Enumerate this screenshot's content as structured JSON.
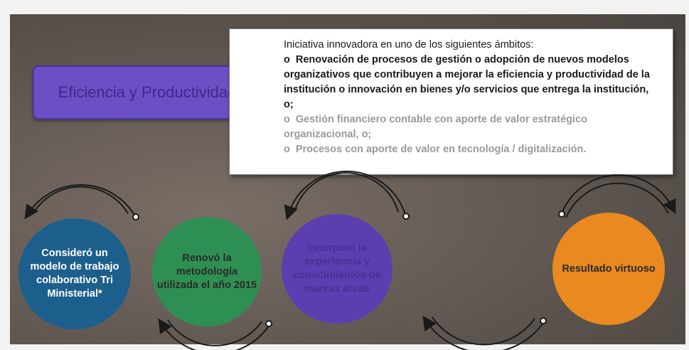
{
  "category_label": "Eficiencia y Productividad",
  "description": {
    "intro": "Iniciativa innovadora en uno de los siguientes ámbitos:",
    "bullet_symbol": "o",
    "items": [
      "Renovación de procesos de gestión o adopción de nuevos modelos organizativos que contribuyen a mejorar la eficiencia y productividad de la institución o innovación en bienes y/o servicios que entrega la institución, o;",
      "Gestión financiero contable con aporte de valor estratégico organizacional, o;",
      "Procesos con aporte de valor en tecnología / digitalización."
    ]
  },
  "steps": [
    "Consideró un modelo de trabajo colaborativo Tri Ministerial*",
    "Renovó la metodología utilizada el año 2015",
    "Incorporó la experiencia y conocimientos de nuevas áreas",
    "Resultado virtuoso"
  ],
  "colors": {
    "label_box": "#6b4fc4",
    "step_1": "#1d5f8c",
    "step_2": "#2e8f52",
    "step_3": "#5b3fb0",
    "step_4": "#e9891f"
  }
}
